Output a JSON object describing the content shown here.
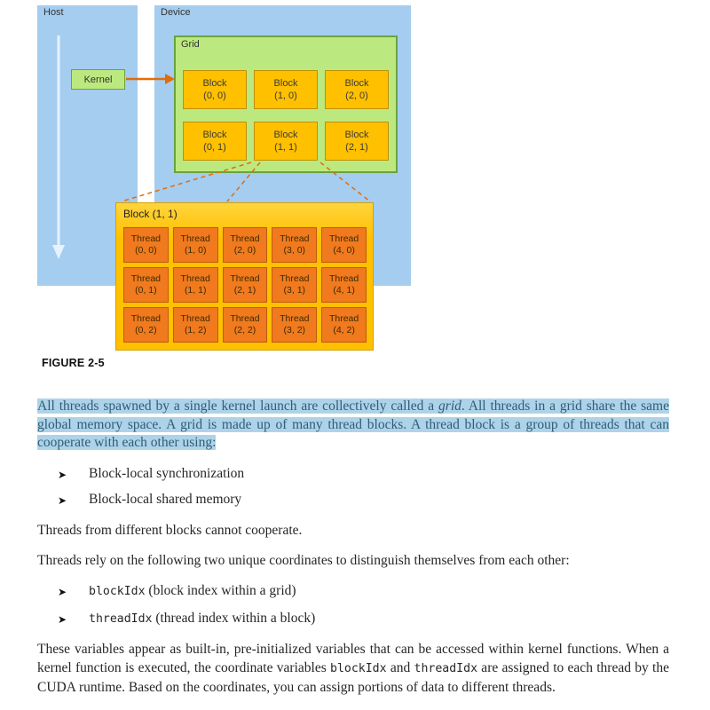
{
  "figure": {
    "host_label": "Host",
    "device_label": "Device",
    "kernel_label": "Kernel",
    "grid_label": "Grid",
    "caption": "FIGURE 2-5",
    "colors": {
      "panel_blue": "#a4cdf0",
      "green_fill": "#bce97f",
      "green_border": "#6ba241",
      "block_fill": "#ffc000",
      "block_border": "#bf9000",
      "thread_fill": "#f07a1d",
      "thread_border": "#c05a10",
      "connector_orange": "#e36c09",
      "highlight_blue": "#aed3e9"
    },
    "grid_blocks": [
      {
        "name": "Block",
        "coord": "(0, 0)"
      },
      {
        "name": "Block",
        "coord": "(1, 0)"
      },
      {
        "name": "Block",
        "coord": "(2, 0)"
      },
      {
        "name": "Block",
        "coord": "(0, 1)"
      },
      {
        "name": "Block",
        "coord": "(1, 1)"
      },
      {
        "name": "Block",
        "coord": "(2, 1)"
      }
    ],
    "expanded_block": {
      "title": "Block (1, 1)",
      "threads": [
        {
          "name": "Thread",
          "coord": "(0, 0)"
        },
        {
          "name": "Thread",
          "coord": "(1, 0)"
        },
        {
          "name": "Thread",
          "coord": "(2, 0)"
        },
        {
          "name": "Thread",
          "coord": "(3, 0)"
        },
        {
          "name": "Thread",
          "coord": "(4, 0)"
        },
        {
          "name": "Thread",
          "coord": "(0, 1)"
        },
        {
          "name": "Thread",
          "coord": "(1, 1)"
        },
        {
          "name": "Thread",
          "coord": "(2, 1)"
        },
        {
          "name": "Thread",
          "coord": "(3, 1)"
        },
        {
          "name": "Thread",
          "coord": "(4, 1)"
        },
        {
          "name": "Thread",
          "coord": "(0, 2)"
        },
        {
          "name": "Thread",
          "coord": "(1, 2)"
        },
        {
          "name": "Thread",
          "coord": "(2, 2)"
        },
        {
          "name": "Thread",
          "coord": "(3, 2)"
        },
        {
          "name": "Thread",
          "coord": "(4, 2)"
        }
      ]
    }
  },
  "body": {
    "bullet_marker": "➤",
    "highlight_para": {
      "part1": "All threads spawned by a single kernel launch are collectively called a ",
      "italic": "grid",
      "part2": ". All threads in a grid share the same global memory space. A grid is made up of many thread blocks. A thread block is a group of threads that can cooperate with each other using:"
    },
    "bullets1": [
      "Block-local synchronization",
      "Block-local shared memory"
    ],
    "para2": "Threads from different blocks cannot cooperate.",
    "para3": "Threads rely on the following two unique coordinates to distinguish themselves from each other:",
    "bullets2": [
      {
        "code": "blockIdx",
        "text": " (block index within a grid)"
      },
      {
        "code": "threadIdx",
        "text": " (thread index within a block)"
      }
    ],
    "para4": {
      "part1": "These variables appear as built-in, pre-initialized variables that can be accessed within kernel functions. When a kernel function is executed, the coordinate variables ",
      "code1": "blockIdx",
      "part2": " and ",
      "code2": "threadIdx",
      "part3": " are assigned to each thread by the CUDA runtime. Based on the coordinates, you can assign portions of data to different threads."
    }
  }
}
